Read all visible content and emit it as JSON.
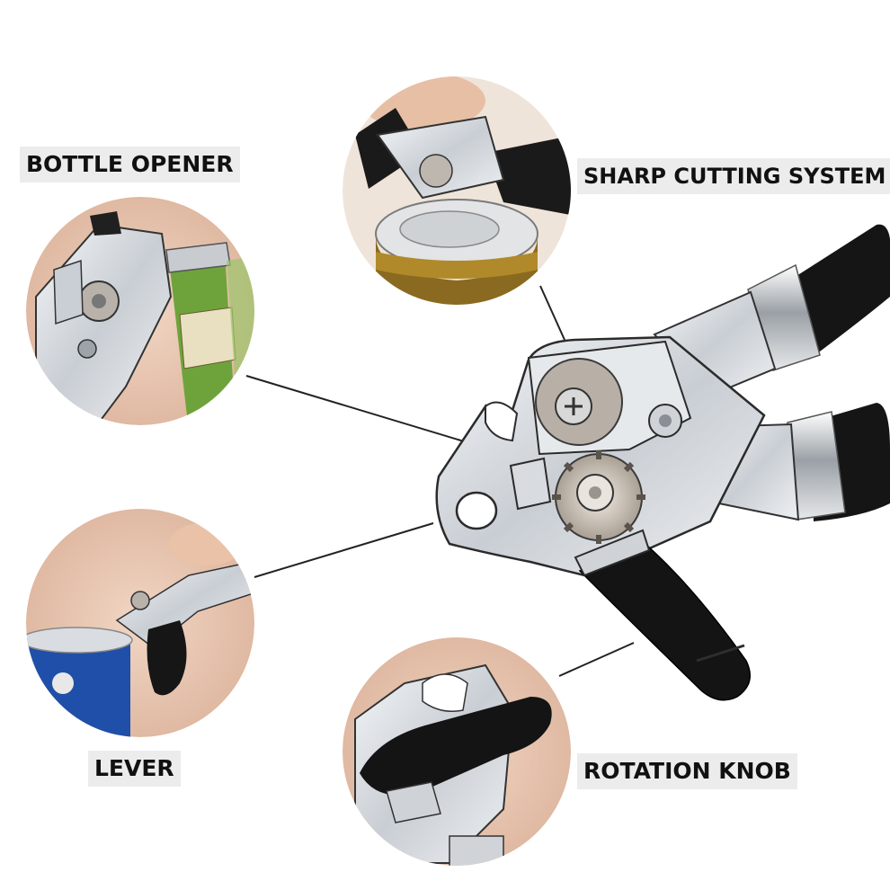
{
  "labels": {
    "bottle_opener": "BOTTLE OPENER",
    "sharp_cutting_system": "SHARP CUTTING SYSTEM",
    "lever": "LEVER",
    "rotation_knob": "ROTATION KNOB"
  },
  "colors": {
    "background": "#ffffff",
    "label_bg": "#ececec",
    "label_text": "#111111",
    "circle_bg": "#e9c9b4",
    "steel": "#d9dde2",
    "handle": "#161616"
  }
}
